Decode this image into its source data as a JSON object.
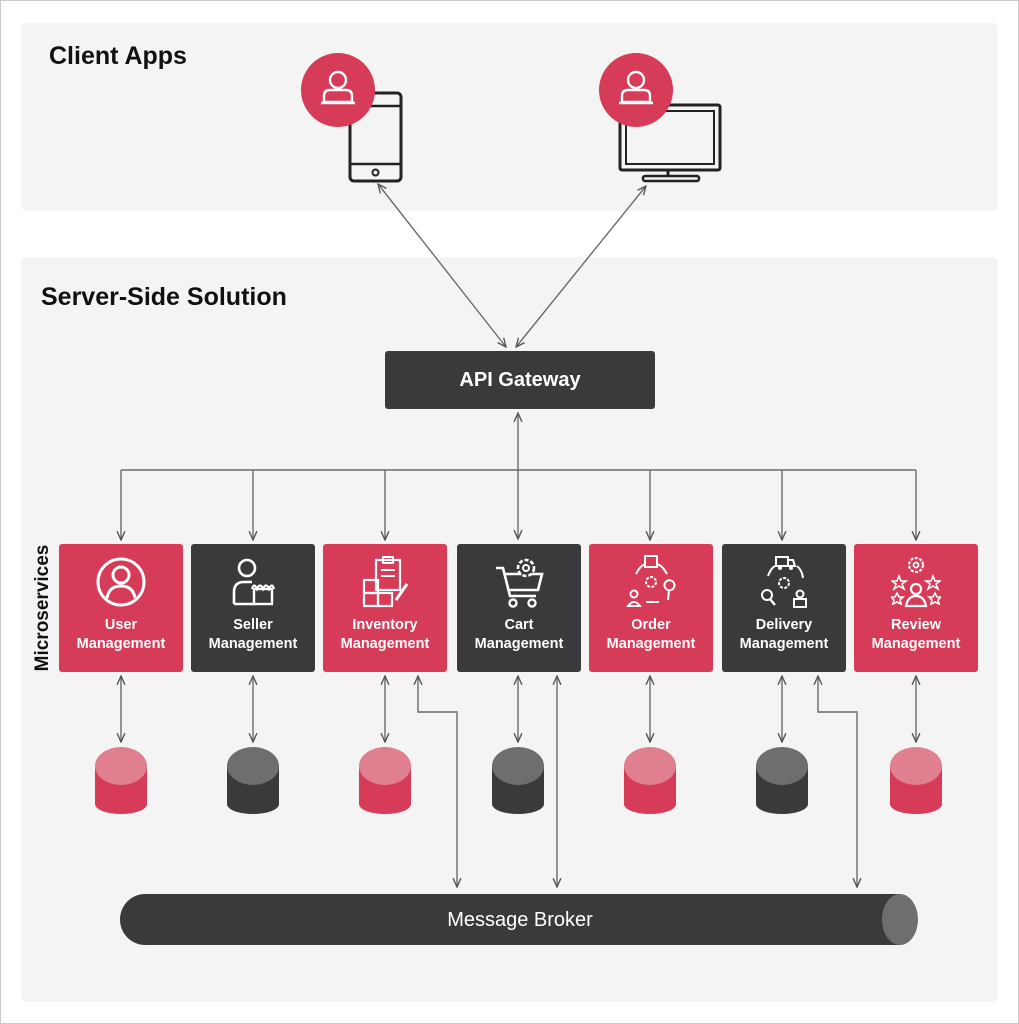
{
  "client_panel": {
    "title": "Client Apps"
  },
  "devices": [
    {
      "icon": "smartphone-icon",
      "avatar_icon": "user-icon"
    },
    {
      "icon": "monitor-icon",
      "avatar_icon": "user-icon"
    }
  ],
  "server_panel": {
    "title": "Server-Side Solution"
  },
  "gateway": {
    "label": "API Gateway"
  },
  "microservices_label": "Microservices",
  "services": [
    {
      "line1": "User",
      "line2": "Management",
      "icon": "user-circle-icon",
      "style": "red"
    },
    {
      "line1": "Seller",
      "line2": "Management",
      "icon": "seller-icon",
      "style": "dark"
    },
    {
      "line1": "Inventory",
      "line2": "Management",
      "icon": "inventory-icon",
      "style": "red"
    },
    {
      "line1": "Cart",
      "line2": "Management",
      "icon": "cart-gear-icon",
      "style": "dark"
    },
    {
      "line1": "Order",
      "line2": "Management",
      "icon": "order-cycle-icon",
      "style": "red"
    },
    {
      "line1": "Delivery",
      "line2": "Management",
      "icon": "delivery-cycle-icon",
      "style": "dark"
    },
    {
      "line1": "Review",
      "line2": "Management",
      "icon": "review-stars-icon",
      "style": "red"
    }
  ],
  "broker": {
    "label": "Message Broker"
  },
  "colors": {
    "accent": "#d63b58",
    "dark": "#3a3a3c",
    "panel": "#f4f4f4",
    "db_red_top": "#e07f90",
    "db_dark_top": "#6f6e6f"
  }
}
